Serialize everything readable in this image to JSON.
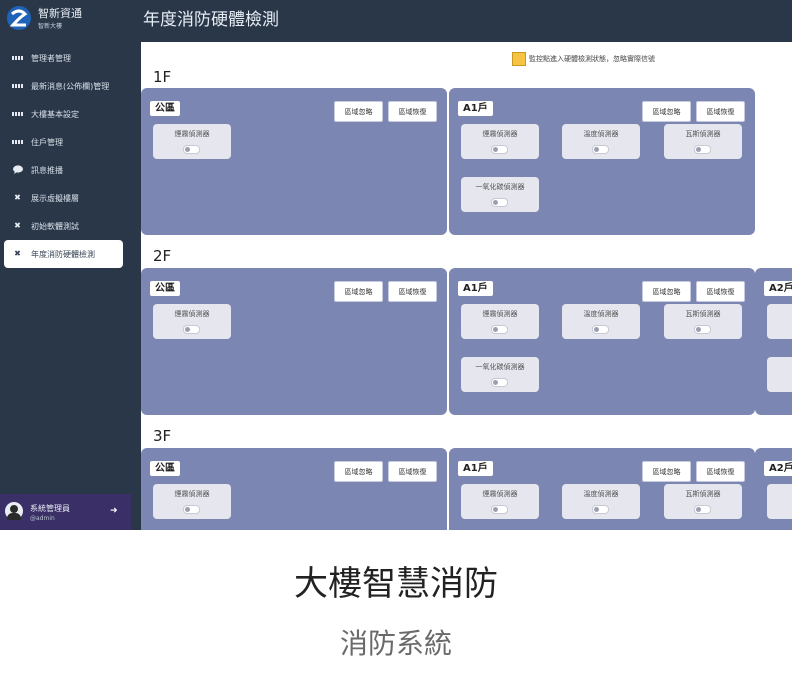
{
  "brand": {
    "title": "智新資通",
    "subtitle": "智新大樓"
  },
  "sidebar": {
    "items": [
      {
        "label": "管理者管理",
        "icon": "grid-icon"
      },
      {
        "label": "最新消息(公佈欄)管理",
        "icon": "grid-icon"
      },
      {
        "label": "大樓基本設定",
        "icon": "grid-icon"
      },
      {
        "label": "住戶管理",
        "icon": "grid-icon"
      },
      {
        "label": "訊息推播",
        "icon": "chat-icon"
      },
      {
        "label": "展示虛擬樓層",
        "icon": "tools-icon"
      },
      {
        "label": "初始軟體測試",
        "icon": "tools-icon"
      },
      {
        "label": "年度消防硬體檢測",
        "icon": "tools-icon",
        "active": true
      }
    ]
  },
  "user": {
    "name": "系統管理員",
    "id": "@admin"
  },
  "header": {
    "title": "年度消防硬體檢測"
  },
  "legend": {
    "text": "監控點進入硬體檢測狀態，忽略實際信號",
    "color": "#f6c343"
  },
  "buttons": {
    "ignore": "區域忽略",
    "restore": "區域恢復"
  },
  "floors": [
    {
      "label": "1F",
      "areas": [
        {
          "name": "公區",
          "sensors": [
            "煙霧偵測器"
          ]
        },
        {
          "name": "A1戶",
          "sensors": [
            "煙霧偵測器",
            "溫度偵測器",
            "瓦斯偵測器",
            "一氧化碳偵測器"
          ]
        }
      ]
    },
    {
      "label": "2F",
      "areas": [
        {
          "name": "公區",
          "sensors": [
            "煙霧偵測器"
          ]
        },
        {
          "name": "A1戶",
          "sensors": [
            "煙霧偵測器",
            "溫度偵測器",
            "瓦斯偵測器",
            "一氧化碳偵測器"
          ]
        },
        {
          "name": "A2戶",
          "sensors": [
            "煙",
            "一氧"
          ]
        }
      ]
    },
    {
      "label": "3F",
      "areas": [
        {
          "name": "公區",
          "sensors": [
            "煙霧偵測器"
          ]
        },
        {
          "name": "A1戶",
          "sensors": [
            "煙霧偵測器",
            "溫度偵測器",
            "瓦斯偵測器"
          ]
        },
        {
          "name": "A2戶",
          "sensors": [
            "煙"
          ]
        }
      ]
    }
  ],
  "caption": {
    "title": "大樓智慧消防",
    "subtitle": "消防系統"
  }
}
